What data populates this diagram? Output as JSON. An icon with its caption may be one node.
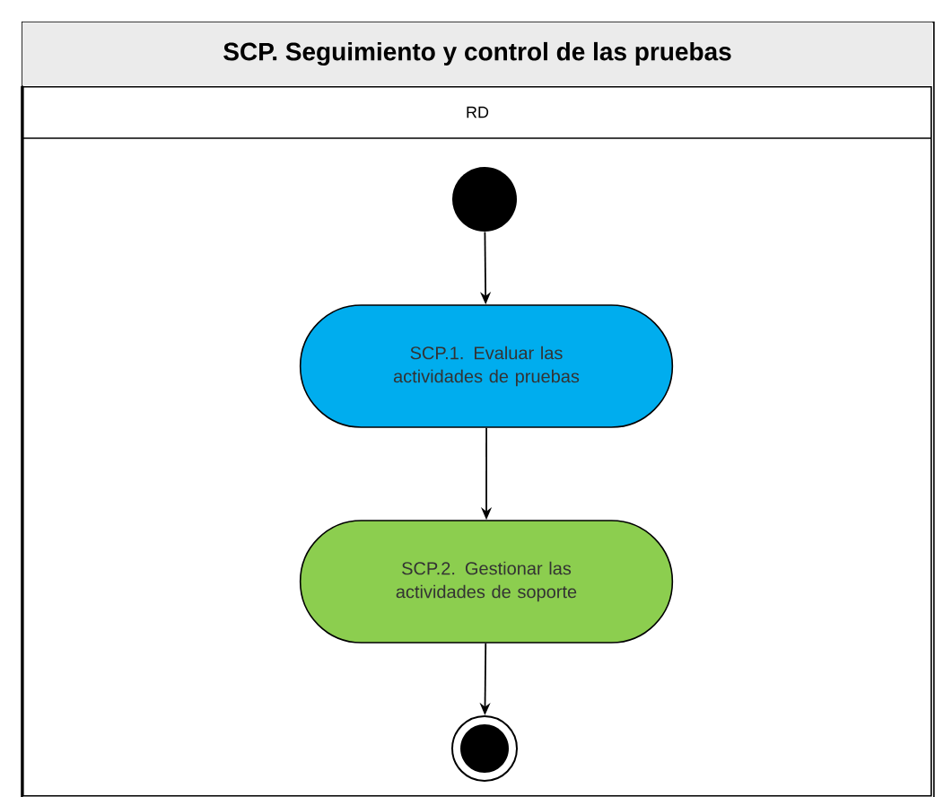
{
  "diagram": {
    "nodes": [
      {
        "text": [
          "SCP. Seguimiento y control de las pruebas"
        ]
      },
      {
        "text": [
          "RD"
        ],
        "in": 0
      },
      {
        "text": [],
        "shape": "circle",
        "in": 1
      },
      {
        "text": [
          "SCP.1. Evaluar las actividades de pruebas"
        ],
        "in": 1
      },
      {
        "text": [
          "SCP.2. Gestionar las actividades de soporte"
        ],
        "in": 1
      },
      {
        "text": [],
        "shape": "circle",
        "in": 1
      }
    ],
    "edges": [
      {
        "from": 2,
        "to": 3,
        "arrow": "to"
      },
      {
        "from": 3,
        "to": 4,
        "arrow": "to"
      },
      {
        "from": 4,
        "to": 5,
        "arrow": "to"
      }
    ]
  }
}
